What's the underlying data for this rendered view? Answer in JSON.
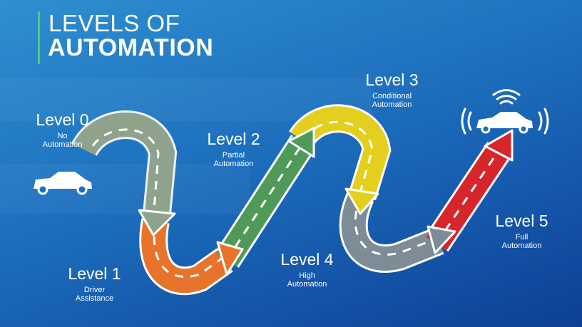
{
  "title": {
    "line1": "LEVELS OF",
    "line2": "AUTOMATION"
  },
  "levels": [
    {
      "heading": "Level 0",
      "sub1": "No",
      "sub2": "Automation",
      "color": "#8fa38c"
    },
    {
      "heading": "Level 1",
      "sub1": "Driver",
      "sub2": "Assistance",
      "color": "#e8732a"
    },
    {
      "heading": "Level 2",
      "sub1": "Partial",
      "sub2": "Automation",
      "color": "#4f9a58"
    },
    {
      "heading": "Level 3",
      "sub1": "Conditional",
      "sub2": "Automation",
      "color": "#e4cf1e"
    },
    {
      "heading": "Level 4",
      "sub1": "High",
      "sub2": "Automation",
      "color": "#7d8c96"
    },
    {
      "heading": "Level 5",
      "sub1": "Full",
      "sub2": "Automation",
      "color": "#d6262b"
    }
  ]
}
